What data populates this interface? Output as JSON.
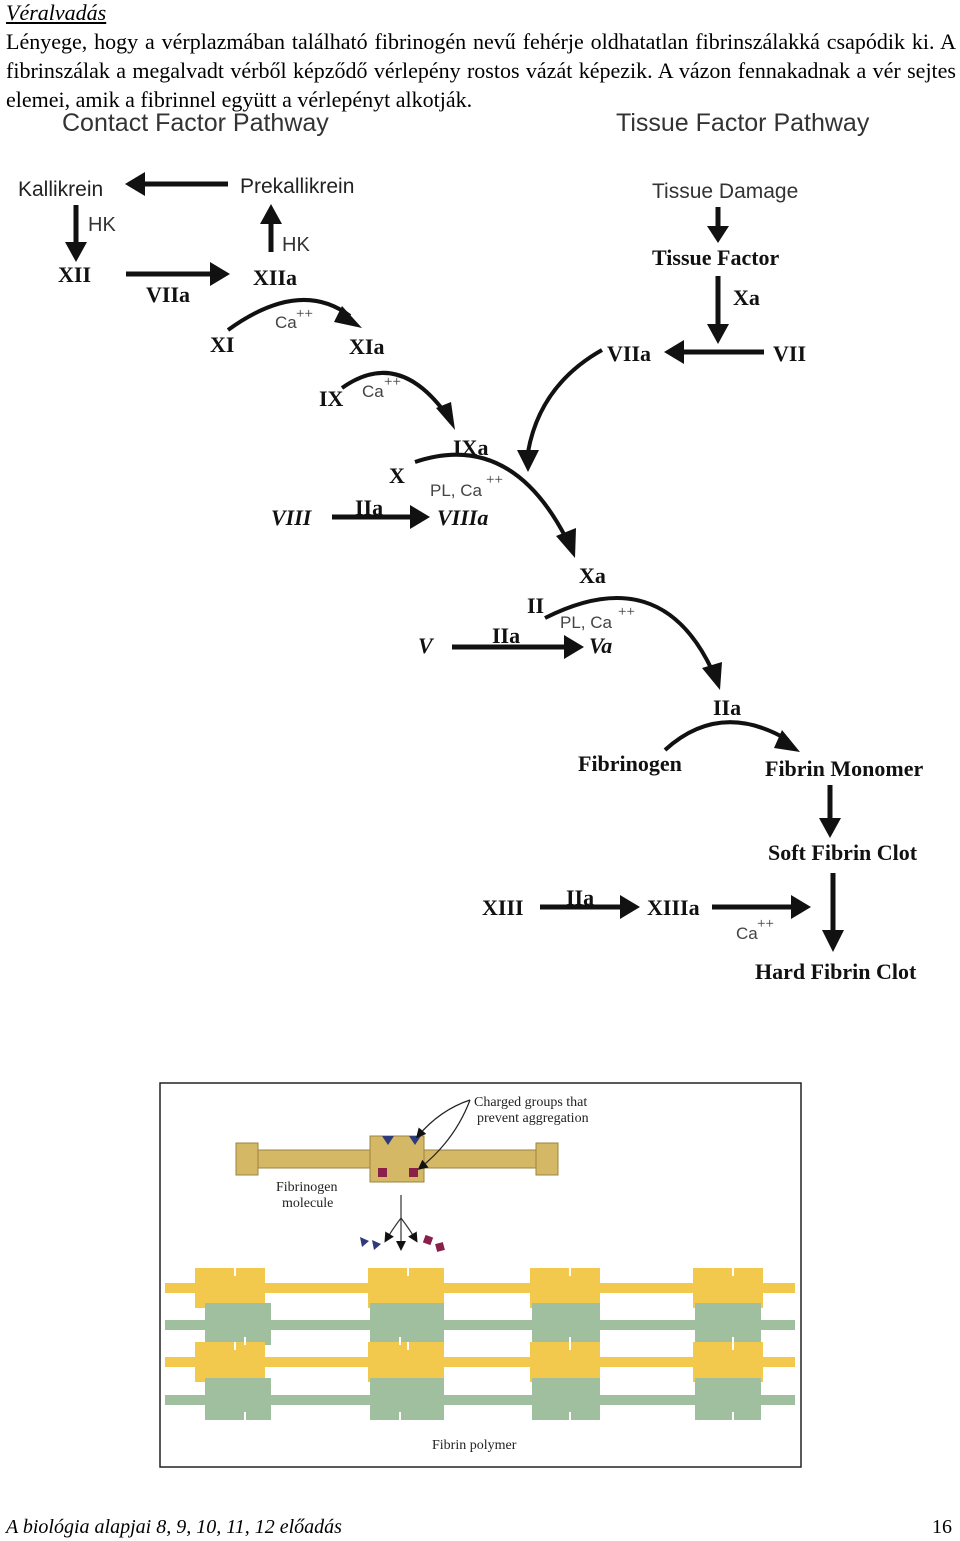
{
  "page": {
    "title": "Véralvadás",
    "intro": "Lényege, hogy a vérplazmában található fibrinogén nevű fehérje oldhatatlan fibrinszálakká csapódik ki. A fibrinszálak a megalvadt vérből képződő vérlepény rostos vázát képezik. A vázon fennakadnak a vér sejtes elemei, amik a fibrinnel együtt a vérlepényt alkotják.",
    "footer": "A biológia alapjai 8, 9, 10, 11, 12 előadás",
    "page_number": "16"
  },
  "diagram": {
    "contact_header": "Contact Factor Pathway",
    "tissue_header": "Tissue Factor Pathway",
    "kallikrein": "Kallikrein",
    "prekallikrein": "Prekallikrein",
    "hk1": "HK",
    "hk2": "HK",
    "xii": "XII",
    "viia_left": "VIIa",
    "xiia": "XIIa",
    "ca1": "Ca",
    "xi": "XI",
    "xia": "XIa",
    "ix": "IX",
    "ca2": "Ca",
    "ixa": "IXa",
    "x": "X",
    "pl_ca1": "PL, Ca",
    "viii": "VIII",
    "iia1": "IIa",
    "viiia": "VIIIa",
    "tissue_damage": "Tissue Damage",
    "tissue_factor": "Tissue Factor",
    "xa_right": "Xa",
    "viia_right": "VIIa",
    "vii": "VII",
    "xa": "Xa",
    "ii": "II",
    "pl_ca2": "PL, Ca",
    "v": "V",
    "iia2": "IIa",
    "va": "Va",
    "iia3": "IIa",
    "fibrinogen": "Fibrinogen",
    "fibrin_monomer": "Fibrin Monomer",
    "soft_clot": "Soft Fibrin Clot",
    "xiii": "XIII",
    "iia4": "IIa",
    "xiiia": "XIIIa",
    "ca3": "Ca",
    "hard_clot": "Hard Fibrin Clot",
    "superscript": "++"
  },
  "figure": {
    "charged_groups_line1": "Charged groups that",
    "charged_groups_line2": "prevent aggregation",
    "fibrinogen_line1": "Fibrinogen",
    "fibrinogen_line2": "molecule",
    "fibrin_polymer": "Fibrin polymer",
    "colors": {
      "fibrinogen": "#d4b866",
      "yellow": "#f2c94c",
      "green": "#9fbf9f",
      "triangle": "#2e3a7a",
      "square": "#8a1f4a"
    }
  }
}
